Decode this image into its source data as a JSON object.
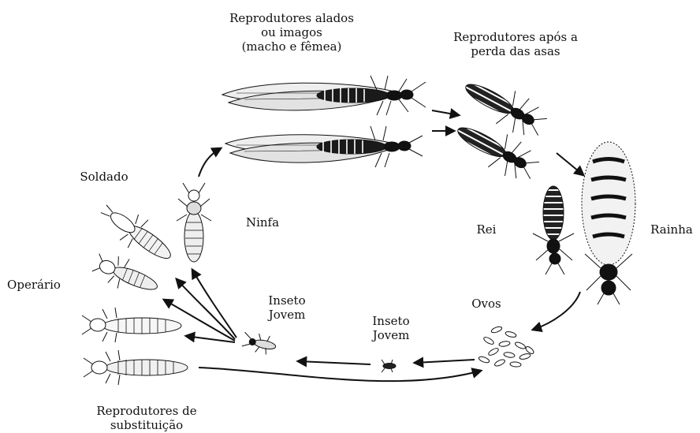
{
  "labels": {
    "winged": [
      "Reprodutores alados",
      "ou imagos",
      "(macho e fêmea)"
    ],
    "dealate": [
      "Reprodutores após a",
      "perda das asas"
    ],
    "soldado": "Soldado",
    "ninfa": "Ninfa",
    "operario": "Operário",
    "rei": "Rei",
    "rainha": "Rainha",
    "ovos": "Ovos",
    "inseto_jovem_1": [
      "Inseto",
      "Jovem"
    ],
    "inseto_jovem_2": [
      "Inseto",
      "Jovem"
    ],
    "substituicao": [
      "Reprodutores de",
      "substituição"
    ]
  },
  "icons": [
    "winged-termite-icon",
    "dealate-termite-icon",
    "queen-termite-icon",
    "king-termite-icon",
    "eggs-icon",
    "larva-icon",
    "nymph-icon",
    "soldier-termite-icon",
    "worker-termite-icon",
    "replacement-reproductive-icon"
  ],
  "colors": {
    "ink": "#111111",
    "wing": "#e9e9e9",
    "background": "#ffffff"
  }
}
